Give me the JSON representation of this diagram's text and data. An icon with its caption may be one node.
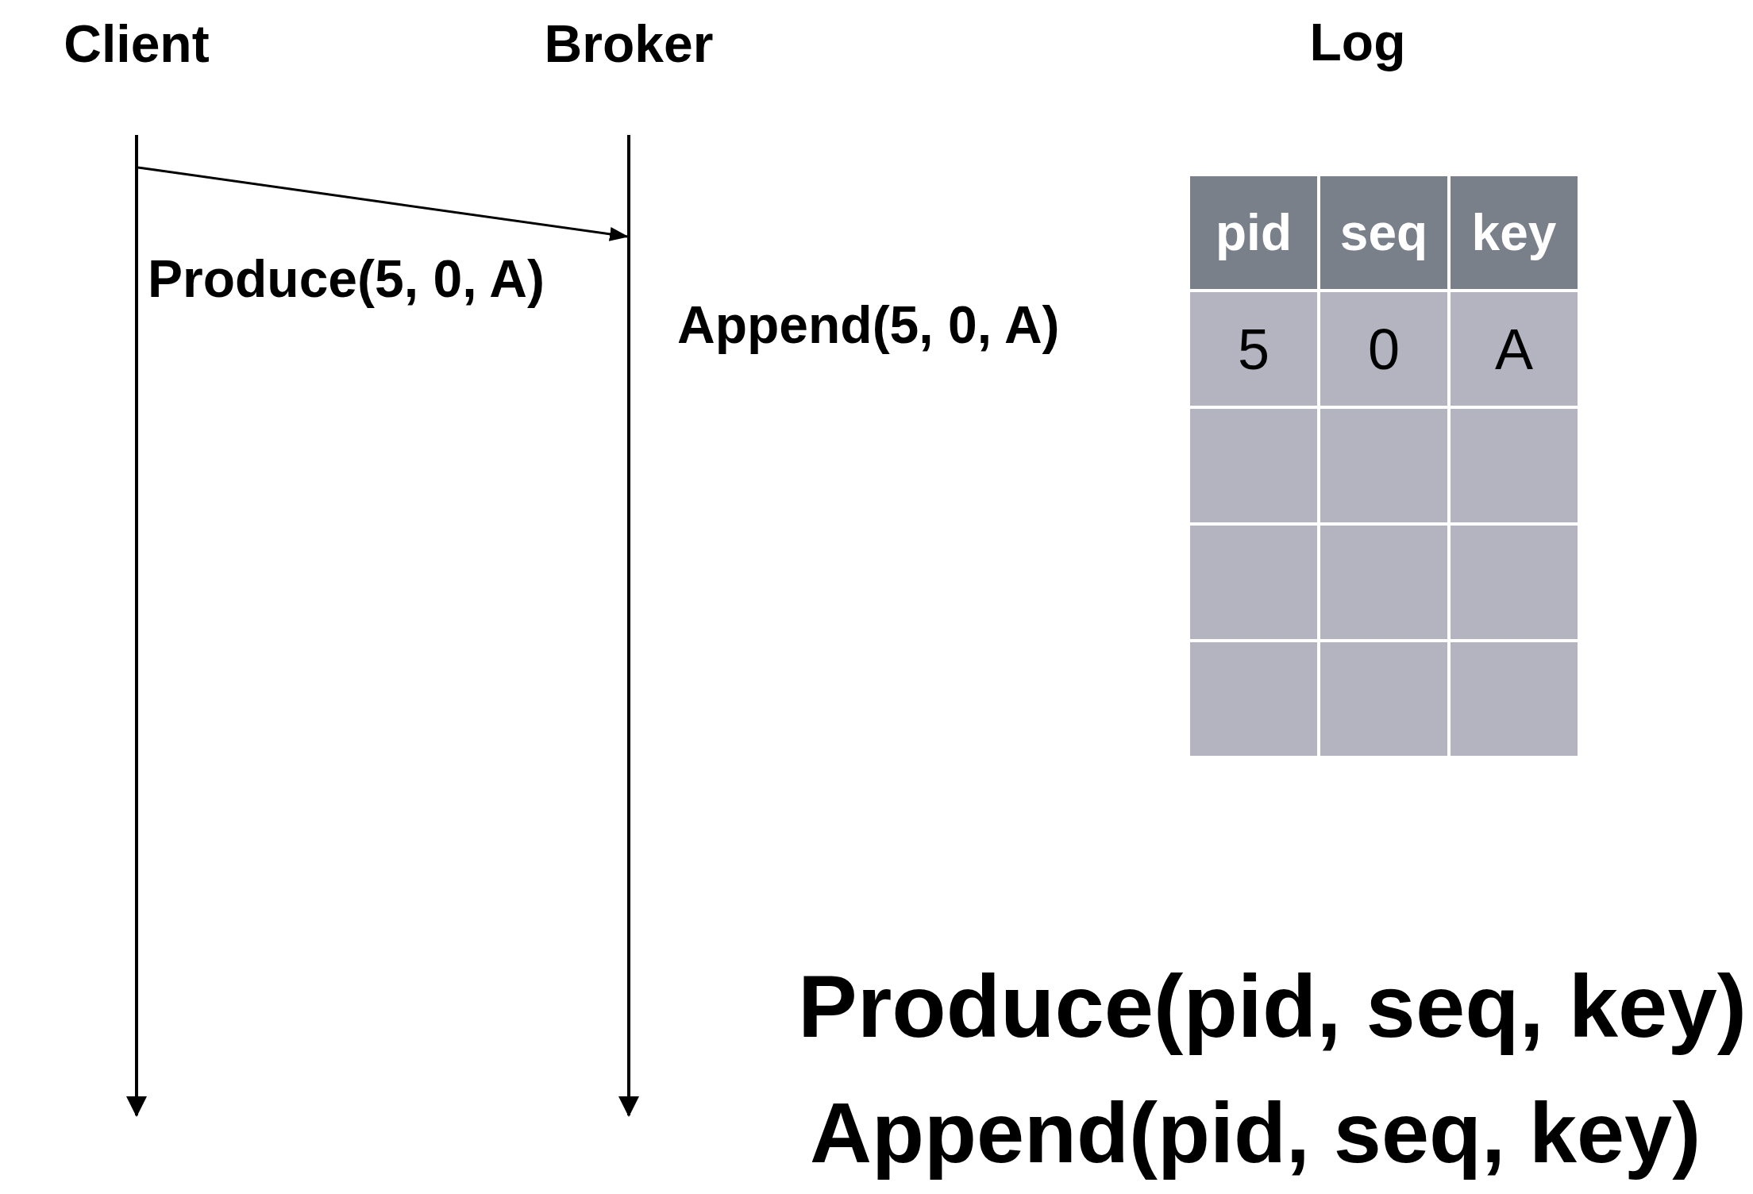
{
  "diagram": {
    "nodes": [
      {
        "text": [
          "Client"
        ]
      },
      {
        "text": [
          "Broker"
        ]
      }
    ],
    "edges": [
      {
        "from": 0,
        "to": 1,
        "arrow": "to",
        "label": "Produce(5, 0, A)"
      }
    ],
    "labels": [
      "Log",
      "Append(5, 0, A)",
      "pid",
      "seq",
      "key",
      "5",
      "0",
      "A",
      "Produce(pid, seq, key)",
      "Append(pid, seq, key)"
    ]
  }
}
